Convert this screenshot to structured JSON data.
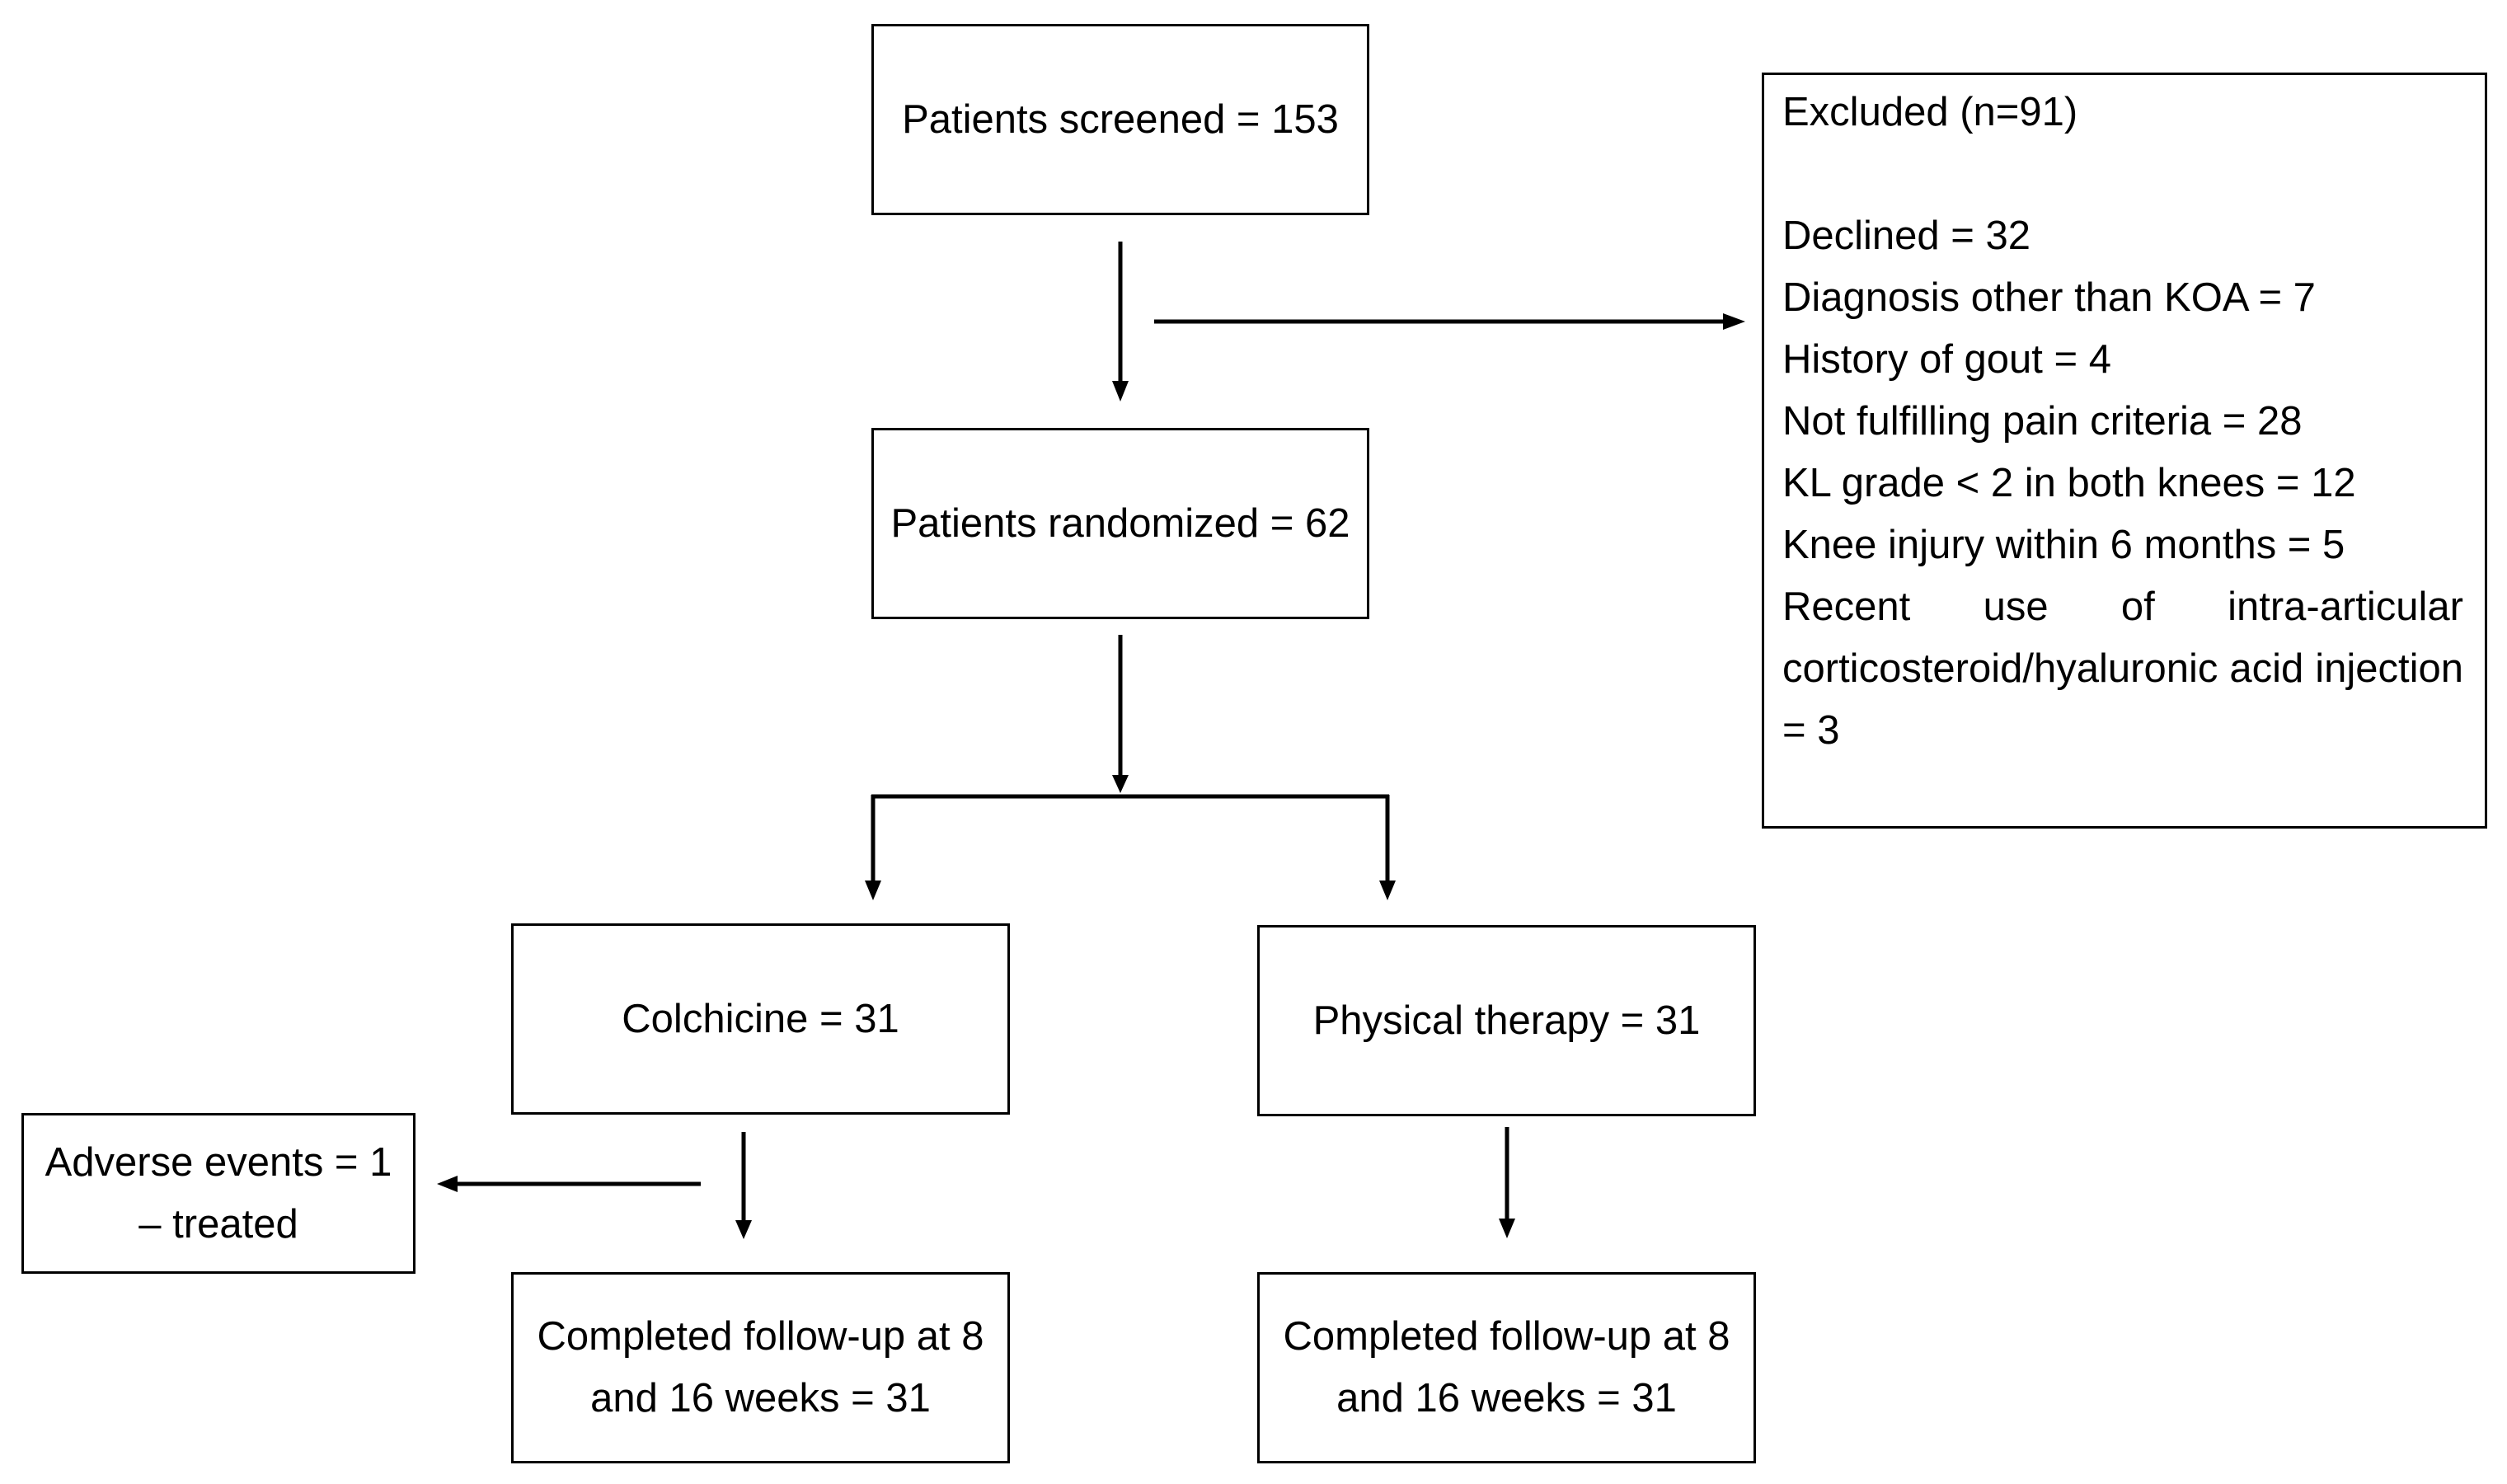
{
  "flowchart": {
    "screened": "Patients screened = 153",
    "randomized": "Patients randomized = 62",
    "colchicine": "Colchicine = 31",
    "physical_therapy": "Physical therapy = 31",
    "adverse_events": {
      "line1": "Adverse events = 1",
      "line2": "– treated"
    },
    "followup_colchicine": {
      "line1": "Completed follow-up at 8",
      "line2": "and 16 weeks = 31"
    },
    "followup_physical_therapy": {
      "line1": "Completed follow-up at 8",
      "line2": "and 16 weeks = 31"
    },
    "excluded": {
      "title": "Excluded (n=91)",
      "reasons": [
        "Declined = 32",
        "Diagnosis other than KOA = 7",
        "History of gout = 4",
        "Not fulfilling pain criteria = 28",
        "KL grade < 2 in both knees = 12",
        "Knee injury within 6 months = 5",
        "Recent use of intra-articular corticosteroid/hyaluronic acid injection = 3"
      ]
    }
  }
}
